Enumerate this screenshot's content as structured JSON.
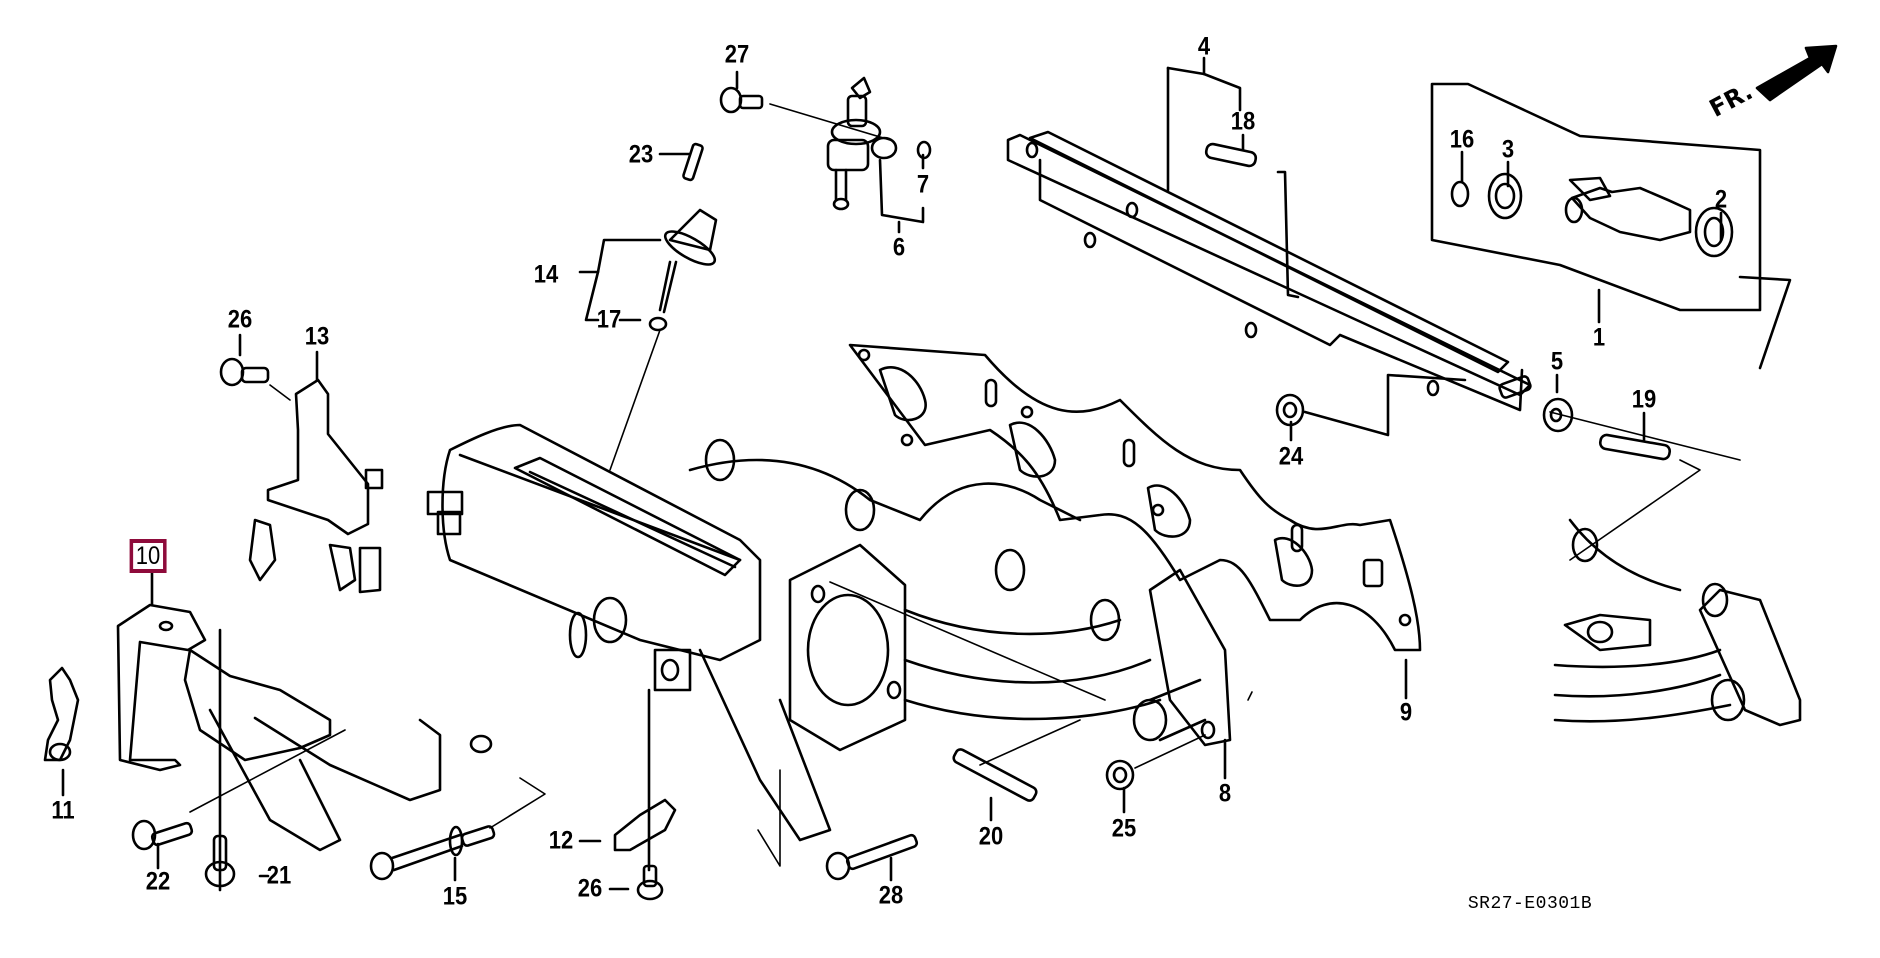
{
  "diagram": {
    "type": "exploded parts diagram",
    "subject": "intake manifold / fuel rail assembly",
    "selected_part": "10",
    "highlight_color": "#8e0b3b",
    "direction_indicator": "FR.",
    "drawing_code": "SR27-E0301B"
  },
  "callouts": [
    {
      "id": "1",
      "label": "1"
    },
    {
      "id": "2",
      "label": "2"
    },
    {
      "id": "3",
      "label": "3"
    },
    {
      "id": "4",
      "label": "4"
    },
    {
      "id": "5",
      "label": "5"
    },
    {
      "id": "6",
      "label": "6"
    },
    {
      "id": "7",
      "label": "7"
    },
    {
      "id": "8",
      "label": "8"
    },
    {
      "id": "9",
      "label": "9"
    },
    {
      "id": "10",
      "label": "10"
    },
    {
      "id": "11",
      "label": "11"
    },
    {
      "id": "12",
      "label": "12"
    },
    {
      "id": "13",
      "label": "13"
    },
    {
      "id": "14",
      "label": "14"
    },
    {
      "id": "15",
      "label": "15"
    },
    {
      "id": "16",
      "label": "16"
    },
    {
      "id": "17",
      "label": "17"
    },
    {
      "id": "18",
      "label": "18"
    },
    {
      "id": "19",
      "label": "19"
    },
    {
      "id": "20",
      "label": "20"
    },
    {
      "id": "21",
      "label": "21"
    },
    {
      "id": "22",
      "label": "22"
    },
    {
      "id": "23",
      "label": "23"
    },
    {
      "id": "24",
      "label": "24"
    },
    {
      "id": "25",
      "label": "25"
    },
    {
      "id": "26a",
      "label": "26"
    },
    {
      "id": "26b",
      "label": "26"
    },
    {
      "id": "27",
      "label": "27"
    },
    {
      "id": "28",
      "label": "28"
    }
  ]
}
